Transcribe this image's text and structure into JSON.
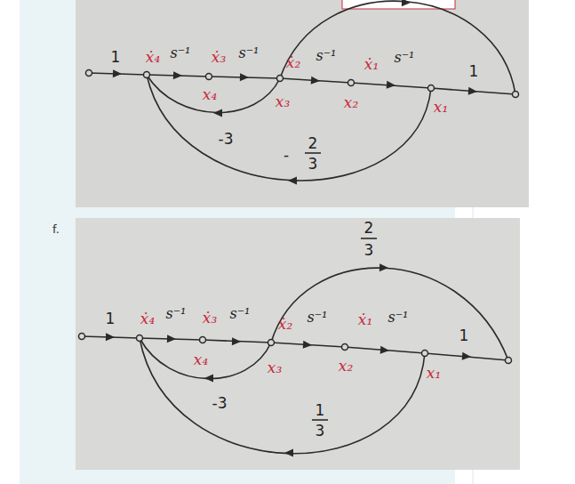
{
  "diagram": {
    "labels": [
      "1",
      "ẋ₄",
      "s⁻¹",
      "ẋ₃",
      "s⁻¹",
      "ẋ₂",
      "s⁻¹",
      "ẋ₁",
      "s⁻¹",
      "1",
      "x₄",
      "x₃",
      "x₂",
      "x₁",
      "-3",
      "-",
      "2",
      "3",
      "f.",
      "2",
      "3",
      "1",
      "ẋ₄",
      "s⁻¹",
      "ẋ₃",
      "s⁻¹",
      "ẋ₂",
      "s⁻¹",
      "ẋ₁",
      "s⁻¹",
      "1",
      "x₄",
      "x₃",
      "x₂",
      "x₁",
      "-3",
      "1",
      "3"
    ]
  }
}
